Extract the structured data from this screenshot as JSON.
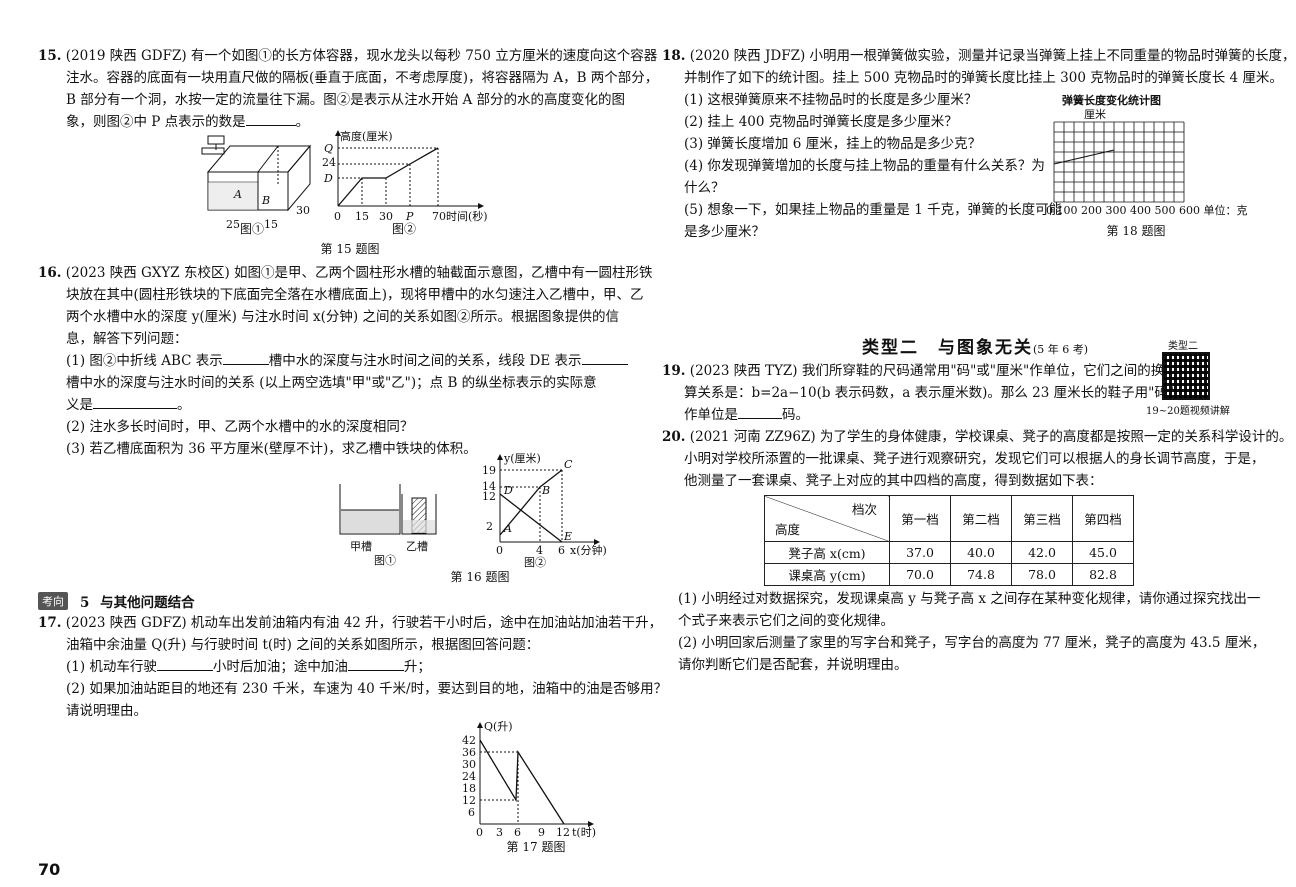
{
  "page_number": "70",
  "q15": {
    "number": "15.",
    "lines": [
      "(2019 陕西 GDFZ) 有一个如图①的长方体容器，现水龙头以每秒 750 立方厘米的速度向这个容器",
      "注水。容器的底面有一块用直尺做的隔板(垂直于底面，不考虑厚度)，将容器隔为 A，B 两个部分，",
      "B 部分有一个洞，水按一定的流量往下漏。图②是表示从注水开始 A 部分的水的高度变化的图",
      "象，则图②中 P 点表示的数是"
    ],
    "tail": "。",
    "fig1_labels": [
      "A",
      "B",
      "25",
      "15",
      "30"
    ],
    "fig1_caption": "图①",
    "fig2_ylabel": "高度(厘米)",
    "fig2_yticks": [
      "Q",
      "24",
      "D"
    ],
    "fig2_xticks": [
      "0",
      "15",
      "30",
      "P",
      "70"
    ],
    "fig2_xlabel": "时间(秒)",
    "fig2_caption": "图②",
    "caption": "第 15 题图"
  },
  "q16": {
    "number": "16.",
    "lines": [
      "(2023 陕西 GXYZ 东校区) 如图①是甲、乙两个圆柱形水槽的轴截面示意图，乙槽中有一圆柱形铁",
      "块放在其中(圆柱形铁块的下底面完全落在水槽底面上)，现将甲槽中的水匀速注入乙槽中，甲、乙",
      "两个水槽中水的深度 y(厘米) 与注水时间 x(分钟) 之间的关系如图②所示。根据图象提供的信",
      "息，解答下列问题："
    ],
    "sub1_a": "(1) 图②中折线 ABC 表示",
    "sub1_b": "槽中水的深度与注水时间之间的关系，线段 DE 表示",
    "sub1_c": "槽中水的深度与注水时间的关系 (以上两空选填\"甲\"或\"乙\")；点 B 的纵坐标表示的实际意",
    "sub1_d": "义是",
    "sub1_tail": "。",
    "sub2": "(2) 注水多长时间时，甲、乙两个水槽中的水的深度相同？",
    "sub3": "(3) 若乙槽底面积为 36 平方厘米(壁厚不计)，求乙槽中铁块的体积。",
    "tank1": "甲槽",
    "tank2": "乙槽",
    "fig1_caption": "图①",
    "fig2_ylabel": "y(厘米)",
    "fig2_yticks": [
      "19",
      "14",
      "12",
      "2"
    ],
    "fig2_points": [
      "C",
      "D",
      "B",
      "A",
      "E"
    ],
    "fig2_xticks": [
      "0",
      "4",
      "6"
    ],
    "fig2_xlabel": "x(分钟)",
    "fig2_caption": "图②",
    "caption": "第 16 题图"
  },
  "topic5": {
    "badge": "考向",
    "number": "5",
    "title": "与其他问题结合"
  },
  "q17": {
    "number": "17.",
    "lines": [
      "(2023 陕西 GDFZ) 机动车出发前油箱内有油 42 升，行驶若干小时后，途中在加油站加油若干升，",
      "油箱中余油量 Q(升) 与行驶时间 t(时) 之间的关系如图所示，根据图回答问题："
    ],
    "sub1_a": "(1) 机动车行驶",
    "sub1_b": "小时后加油；途中加油",
    "sub1_c": "升；",
    "sub2_lines": [
      "(2) 如果加油站距目的地还有 230 千米，车速为 40 千米/时，要达到目的地，油箱中的油是否够用？",
      "请说明理由。"
    ],
    "fig_ylabel": "Q(升)",
    "fig_yticks": [
      "42",
      "36",
      "30",
      "24",
      "18",
      "12",
      "6"
    ],
    "fig_xticks": [
      "0",
      "3",
      "6",
      "9",
      "12"
    ],
    "fig_xlabel": "t(时)",
    "caption": "第 17 题图"
  },
  "q18": {
    "number": "18.",
    "lines": [
      "(2020 陕西 JDFZ) 小明用一根弹簧做实验，测量并记录当弹簧上挂上不同重量的物品时弹簧的长度，",
      "并制作了如下的统计图。挂上 500 克物品时的弹簧长度比挂上 300 克物品时的弹簧长度长 4 厘米。"
    ],
    "subs": [
      "(1) 这根弹簧原来不挂物品时的长度是多少厘米？",
      "(2) 挂上 400 克物品时弹簧长度是多少厘米？",
      "(3) 弹簧长度增加 6 厘米，挂上的物品是多少克？",
      "(4) 你发现弹簧增加的长度与挂上物品的重量有什么关系？为",
      "什么？",
      "(5) 想象一下，如果挂上物品的重量是 1 千克，弹簧的长度可能",
      "是多少厘米？"
    ],
    "chart_title": "弹簧长度变化统计图",
    "chart_unit": "厘米",
    "x_axis_text": "0 100 200 300 400 500 600 单位：克",
    "caption": "第 18 题图"
  },
  "section2": {
    "title": "类型二　与图象无关",
    "note": "(5 年 6 考)",
    "qr_label": "类型二",
    "qr_caption": "19~20题视频讲解"
  },
  "q19": {
    "number": "19.",
    "lines": [
      "(2023 陕西 TYZ) 我们所穿鞋的尺码通常用\"码\"或\"厘米\"作单位，它们之间的换",
      "算关系是：b=2a−10(b 表示码数，a 表示厘米数)。那么 23 厘米长的鞋子用\"码\""
    ],
    "last_a": "作单位是",
    "last_b": "码。"
  },
  "q20": {
    "number": "20.",
    "lines": [
      "(2021 河南 ZZ96Z) 为了学生的身体健康，学校课桌、凳子的高度都是按照一定的关系科学设计的。",
      "小明对学校所添置的一批课桌、凳子进行观察研究，发现它们可以根据人的身长调节高度，于是，",
      "他测量了一套课桌、凳子上对应的其中四档的高度，得到数据如下表："
    ],
    "table": {
      "corner_top": "档次",
      "corner_bottom": "高度",
      "headers": [
        "第一档",
        "第二档",
        "第三档",
        "第四档"
      ],
      "rows": [
        {
          "label": "凳子高 x(cm)",
          "values": [
            "37.0",
            "40.0",
            "42.0",
            "45.0"
          ]
        },
        {
          "label": "课桌高 y(cm)",
          "values": [
            "70.0",
            "74.8",
            "78.0",
            "82.8"
          ]
        }
      ]
    },
    "sub1_lines": [
      "(1) 小明经过对数据探究，发现课桌高 y 与凳子高 x 之间存在某种变化规律，请你通过探究找出一",
      "个式子来表示它们之间的变化规律。"
    ],
    "sub2_lines": [
      "(2) 小明回家后测量了家里的写字台和凳子，写字台的高度为 77 厘米，凳子的高度为 43.5 厘米，",
      "请你判断它们是否配套，并说明理由。"
    ]
  }
}
